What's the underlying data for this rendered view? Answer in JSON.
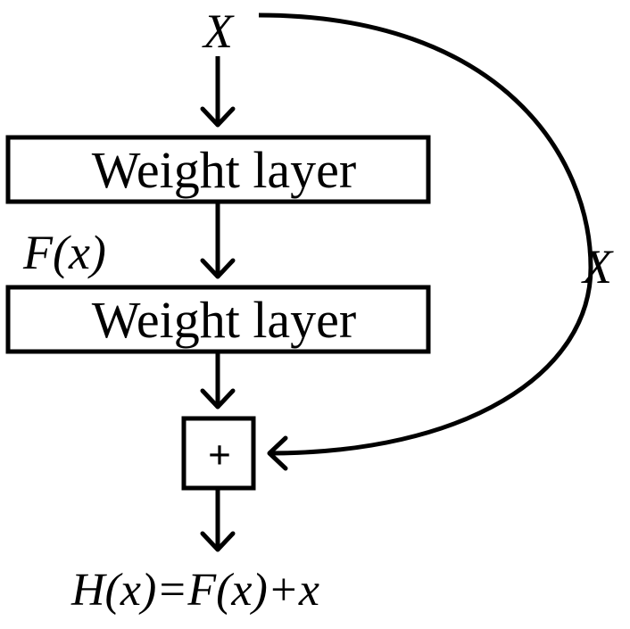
{
  "diagram": {
    "input_label": "X",
    "skip_label": "X",
    "f_label": "F(x)",
    "layer1_label": "Weight layer",
    "layer2_label": "Weight layer",
    "sum_symbol": "+",
    "output_label": "H(x)=F(x)+x"
  }
}
